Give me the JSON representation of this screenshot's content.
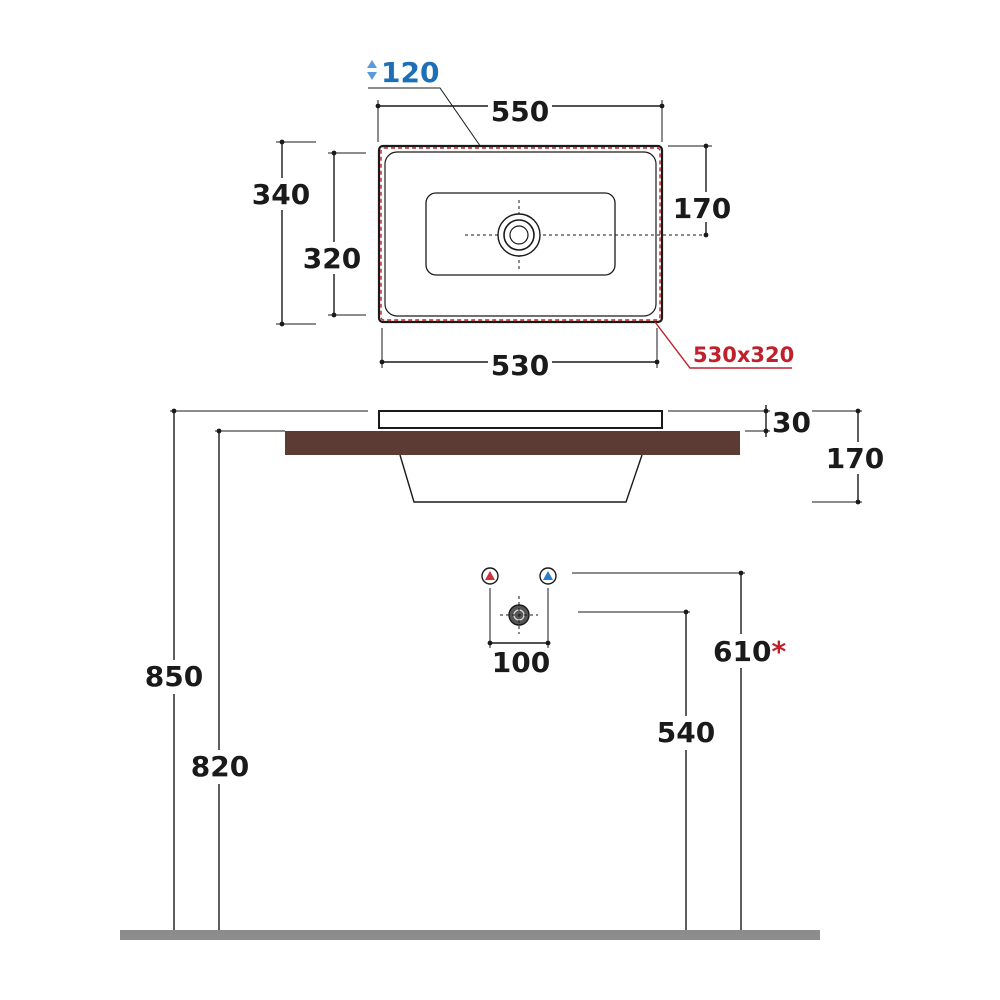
{
  "top_view": {
    "thickness_label": "120",
    "width_outer": "550",
    "width_cutout": "530",
    "depth_outer": "340",
    "depth_cutout": "320",
    "drain_offset": "170",
    "cutout_label": "530x320"
  },
  "side_view": {
    "rim_height": "30",
    "total_height": "170",
    "hot_cold_spacing": "100",
    "supply_height": "610",
    "supply_note_marker": "*",
    "drain_height": "540",
    "counter_top_height": "850",
    "counter_bottom_height": "820"
  },
  "colors": {
    "counter": "#5c3b35",
    "floor": "#8c8c8c",
    "hot": "#d0303a",
    "cold": "#2a7dc8",
    "accent_blue": "#1d6fb8",
    "accent_red": "#c0202a"
  }
}
